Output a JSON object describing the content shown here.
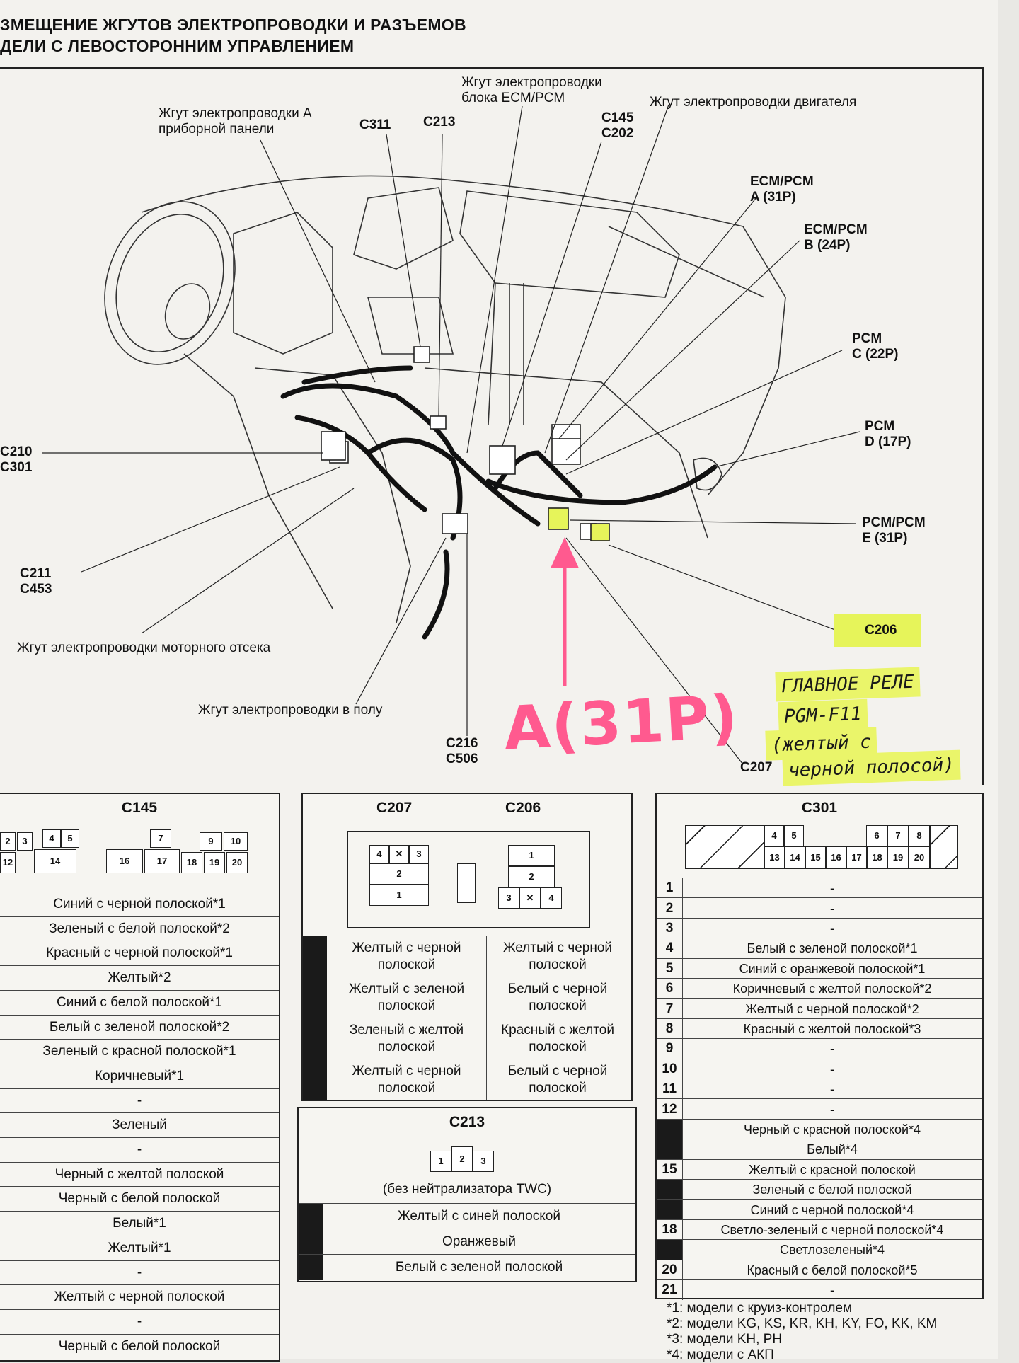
{
  "header": {
    "line1": "ЗМЕЩЕНИЕ ЖГУТОВ ЭЛЕКТРОПРОВОДКИ И РАЗЪЕМОВ",
    "line2": "ДЕЛИ С ЛЕВОСТОРОННИМ УПРАВЛЕНИЕМ"
  },
  "diagram_labels": {
    "harness_a": "Жгут электропроводки А",
    "harness_a2": "приборной панели",
    "c311": "C311",
    "c213": "C213",
    "ecm_harness1": "Жгут электропроводки",
    "ecm_harness2": "блока ECM/PCM",
    "c145": "C145",
    "c202": "C202",
    "engine_harness": "Жгут электропроводки двигателя",
    "ecm_a1": "ECM/PCM",
    "ecm_a2": "A (31P)",
    "ecm_b1": "ECM/PCM",
    "ecm_b2": "B (24P)",
    "pcm_c1": "PCM",
    "pcm_c2": "C (22P)",
    "pcm_d1": "PCM",
    "pcm_d2": "D (17P)",
    "pcm_e1": "PCM/PCM",
    "pcm_e2": "E (31P)",
    "c206": "C206",
    "c210": "C210",
    "c301": "C301",
    "c211": "C211",
    "c453": "C453",
    "engine_bay_harness": "Жгут электропроводки моторного отсека",
    "floor_harness": "Жгут электропроводки в полу",
    "c216": "C216",
    "c506": "C506",
    "c207": "C207"
  },
  "handwritten": {
    "line1": "ГЛАВНОЕ РЕЛЕ",
    "line2": "PGM-F11",
    "line3": "(желтый с",
    "line4": "черной полосой)"
  },
  "pink_annotation": "A(31P)",
  "c145": {
    "title": "C145",
    "pins_top": [
      "2",
      "3",
      "4",
      "5",
      "7",
      "9",
      "10"
    ],
    "pins_bottom": [
      "12",
      "14",
      "16",
      "17",
      "18",
      "19",
      "20"
    ],
    "rows": [
      "Синий с черной полоской*1",
      "Зеленый с белой полоской*2",
      "Красный с черной полоской*1",
      "Желтый*2",
      "Синий с белой полоской*1",
      "Белый с зеленой полоской*2",
      "Зеленый с красной полоской*1",
      "Коричневый*1",
      "-",
      "Зеленый",
      "-",
      "Черный с желтой полоской",
      "Черный с белой полоской",
      "Белый*1",
      "Желтый*1",
      "-",
      "Желтый с черной полоской",
      "-",
      "Черный с белой полоской"
    ]
  },
  "c207_c206": {
    "title_left": "C207",
    "title_right": "C206",
    "c207_pins": [
      "4",
      "3",
      "2",
      "1"
    ],
    "c206_pins": [
      "1",
      "2",
      "3",
      "4"
    ],
    "rows": [
      {
        "left": "Желтый с черной полоской",
        "right": "Желтый с черной полоской"
      },
      {
        "left": "Желтый с зеленой полоской",
        "right": "Белый с черной полоской"
      },
      {
        "left": "Зеленый с желтой полоской",
        "right": "Красный с желтой полоской"
      },
      {
        "left": "Желтый с черной полоской",
        "right": "Белый с черной полоской"
      }
    ]
  },
  "c213": {
    "title": "C213",
    "pins": [
      "1",
      "2",
      "3"
    ],
    "note": "(без нейтрализатора TWC)",
    "rows": [
      "Желтый с синей полоской",
      "Оранжевый",
      "Белый с зеленой полоской"
    ]
  },
  "c301": {
    "title": "C301",
    "pins_top": [
      "4",
      "5",
      "6",
      "7",
      "8"
    ],
    "pins_bottom": [
      "13",
      "14",
      "15",
      "16",
      "17",
      "18",
      "19",
      "20"
    ],
    "rows": [
      {
        "pin": "1",
        "val": "-"
      },
      {
        "pin": "2",
        "val": "-"
      },
      {
        "pin": "3",
        "val": "-"
      },
      {
        "pin": "4",
        "val": "Белый с зеленой полоской*1"
      },
      {
        "pin": "5",
        "val": "Синий с оранжевой полоской*1"
      },
      {
        "pin": "6",
        "val": "Коричневый с желтой полоской*2"
      },
      {
        "pin": "7",
        "val": "Желтый с черной полоской*2"
      },
      {
        "pin": "8",
        "val": "Красный с желтой полоской*3"
      },
      {
        "pin": "9",
        "val": "-"
      },
      {
        "pin": "10",
        "val": "-"
      },
      {
        "pin": "11",
        "val": "-"
      },
      {
        "pin": "12",
        "val": "-"
      },
      {
        "pin": "",
        "val": "Черный с красной полоской*4"
      },
      {
        "pin": "",
        "val": "Белый*4"
      },
      {
        "pin": "15",
        "val": "Желтый с красной полоской"
      },
      {
        "pin": "",
        "val": "Зеленый с белой полоской"
      },
      {
        "pin": "",
        "val": "Синий с черной полоской*4"
      },
      {
        "pin": "18",
        "val": "Светло-зеленый с черной полоской*4"
      },
      {
        "pin": "",
        "val": "Светлозеленый*4"
      },
      {
        "pin": "20",
        "val": "Красный с белой полоской*5"
      },
      {
        "pin": "21",
        "val": "-"
      }
    ]
  },
  "footnotes": {
    "f1": "*1: модели с круиз-контролем",
    "f2": "*2: модели KG, KS, KR, KH, KY, FO, KK, KM",
    "f3": "*3: модели KH, PH",
    "f4": "*4: модели с АКП"
  }
}
